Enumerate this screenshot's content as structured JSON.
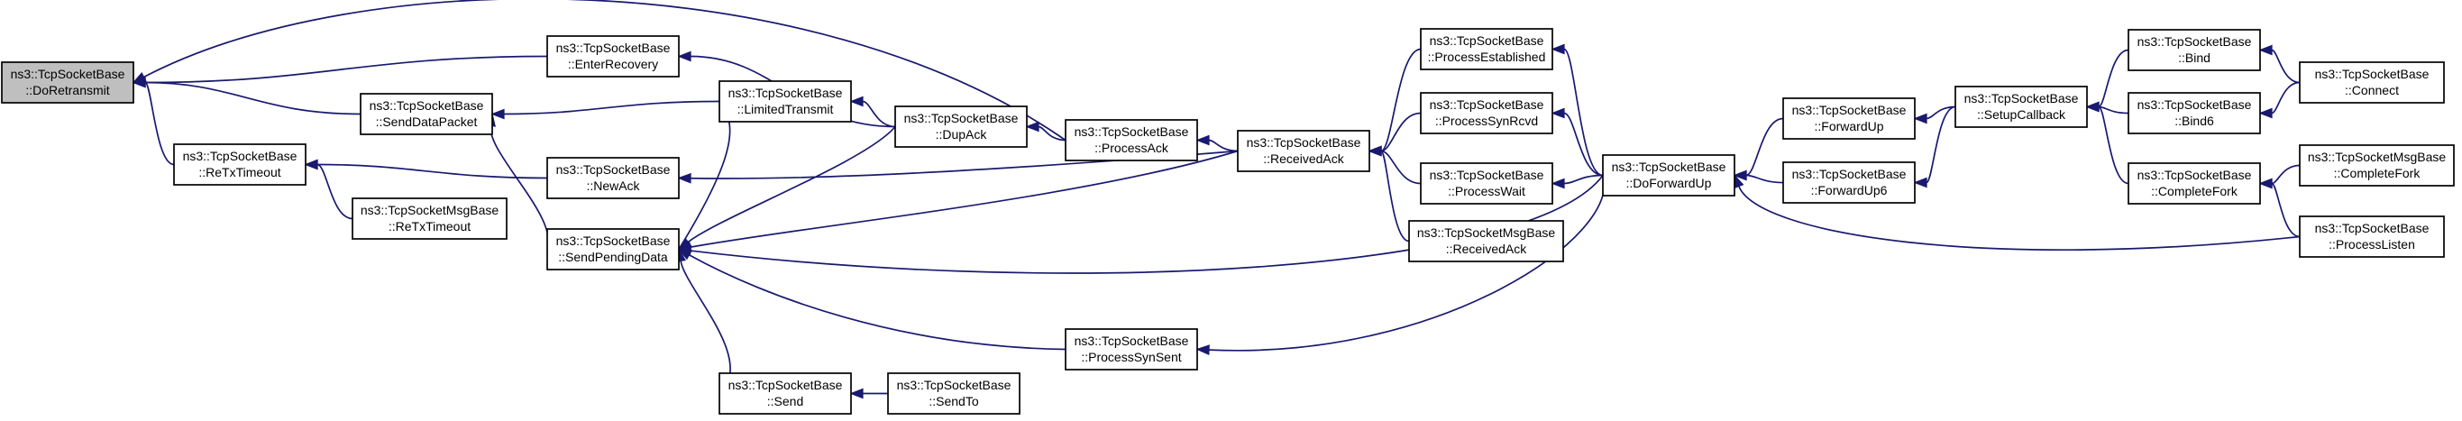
{
  "diagram": {
    "edge_color": "#191970",
    "node_fill": "#ffffff",
    "highlight_fill": "#bfbfbf",
    "nodes": [
      {
        "id": "n1",
        "l1": "ns3::TcpSocketBase",
        "l2": "::DoRetransmit",
        "highlight": true
      },
      {
        "id": "n2",
        "l1": "ns3::TcpSocketBase",
        "l2": "::EnterRecovery"
      },
      {
        "id": "n3",
        "l1": "ns3::TcpSocketBase",
        "l2": "::SendDataPacket"
      },
      {
        "id": "n4",
        "l1": "ns3::TcpSocketBase",
        "l2": "::ReTxTimeout"
      },
      {
        "id": "n5",
        "l1": "ns3::TcpSocketMsgBase",
        "l2": "::ReTxTimeout"
      },
      {
        "id": "n6",
        "l1": "ns3::TcpSocketBase",
        "l2": "::LimitedTransmit"
      },
      {
        "id": "n7",
        "l1": "ns3::TcpSocketBase",
        "l2": "::NewAck"
      },
      {
        "id": "n8",
        "l1": "ns3::TcpSocketBase",
        "l2": "::SendPendingData"
      },
      {
        "id": "n9",
        "l1": "ns3::TcpSocketBase",
        "l2": "::DupAck"
      },
      {
        "id": "n10",
        "l1": "ns3::TcpSocketBase",
        "l2": "::ProcessAck"
      },
      {
        "id": "n11",
        "l1": "ns3::TcpSocketBase",
        "l2": "::ReceivedAck"
      },
      {
        "id": "n12",
        "l1": "ns3::TcpSocketBase",
        "l2": "::ProcessEstablished"
      },
      {
        "id": "n13",
        "l1": "ns3::TcpSocketBase",
        "l2": "::ProcessSynRcvd"
      },
      {
        "id": "n14",
        "l1": "ns3::TcpSocketBase",
        "l2": "::ProcessWait"
      },
      {
        "id": "n15",
        "l1": "ns3::TcpSocketMsgBase",
        "l2": "::ReceivedAck"
      },
      {
        "id": "n16",
        "l1": "ns3::TcpSocketBase",
        "l2": "::DoForwardUp"
      },
      {
        "id": "n17",
        "l1": "ns3::TcpSocketBase",
        "l2": "::ForwardUp"
      },
      {
        "id": "n18",
        "l1": "ns3::TcpSocketBase",
        "l2": "::ForwardUp6"
      },
      {
        "id": "n19",
        "l1": "ns3::TcpSocketBase",
        "l2": "::SetupCallback"
      },
      {
        "id": "n20",
        "l1": "ns3::TcpSocketBase",
        "l2": "::Bind"
      },
      {
        "id": "n21",
        "l1": "ns3::TcpSocketBase",
        "l2": "::Bind6"
      },
      {
        "id": "n22",
        "l1": "ns3::TcpSocketBase",
        "l2": "::CompleteFork"
      },
      {
        "id": "n23",
        "l1": "ns3::TcpSocketBase",
        "l2": "::Connect"
      },
      {
        "id": "n24",
        "l1": "ns3::TcpSocketMsgBase",
        "l2": "::CompleteFork"
      },
      {
        "id": "n25",
        "l1": "ns3::TcpSocketBase",
        "l2": "::ProcessListen"
      },
      {
        "id": "n26",
        "l1": "ns3::TcpSocketBase",
        "l2": "::ProcessSynSent"
      },
      {
        "id": "n27",
        "l1": "ns3::TcpSocketBase",
        "l2": "::Send"
      },
      {
        "id": "n28",
        "l1": "ns3::TcpSocketBase",
        "l2": "::SendTo"
      }
    ],
    "edges": [
      {
        "from": "n2",
        "to": "n1"
      },
      {
        "from": "n3",
        "to": "n1"
      },
      {
        "from": "n4",
        "to": "n1"
      },
      {
        "from": "n10",
        "to": "n1"
      },
      {
        "from": "n9",
        "to": "n2"
      },
      {
        "from": "n6",
        "to": "n3"
      },
      {
        "from": "n8",
        "to": "n3"
      },
      {
        "from": "n5",
        "to": "n4"
      },
      {
        "from": "n7",
        "to": "n4"
      },
      {
        "from": "n8",
        "to": "n6"
      },
      {
        "from": "n9",
        "to": "n6"
      },
      {
        "from": "n11",
        "to": "n7"
      },
      {
        "from": "n9",
        "to": "n8"
      },
      {
        "from": "n11",
        "to": "n8"
      },
      {
        "from": "n16",
        "to": "n8"
      },
      {
        "from": "n26",
        "to": "n8"
      },
      {
        "from": "n27",
        "to": "n8"
      },
      {
        "from": "n10",
        "to": "n9"
      },
      {
        "from": "n11",
        "to": "n10"
      },
      {
        "from": "n12",
        "to": "n11"
      },
      {
        "from": "n13",
        "to": "n11"
      },
      {
        "from": "n14",
        "to": "n11"
      },
      {
        "from": "n15",
        "to": "n11"
      },
      {
        "from": "n16",
        "to": "n12"
      },
      {
        "from": "n16",
        "to": "n13"
      },
      {
        "from": "n16",
        "to": "n14"
      },
      {
        "from": "n17",
        "to": "n16"
      },
      {
        "from": "n18",
        "to": "n16"
      },
      {
        "from": "n19",
        "to": "n17"
      },
      {
        "from": "n19",
        "to": "n18"
      },
      {
        "from": "n20",
        "to": "n19"
      },
      {
        "from": "n21",
        "to": "n19"
      },
      {
        "from": "n22",
        "to": "n19"
      },
      {
        "from": "n23",
        "to": "n20"
      },
      {
        "from": "n23",
        "to": "n21"
      },
      {
        "from": "n24",
        "to": "n22"
      },
      {
        "from": "n25",
        "to": "n22"
      },
      {
        "from": "n25",
        "to": "n16"
      },
      {
        "from": "n16",
        "to": "n26"
      },
      {
        "from": "n28",
        "to": "n27"
      }
    ]
  }
}
